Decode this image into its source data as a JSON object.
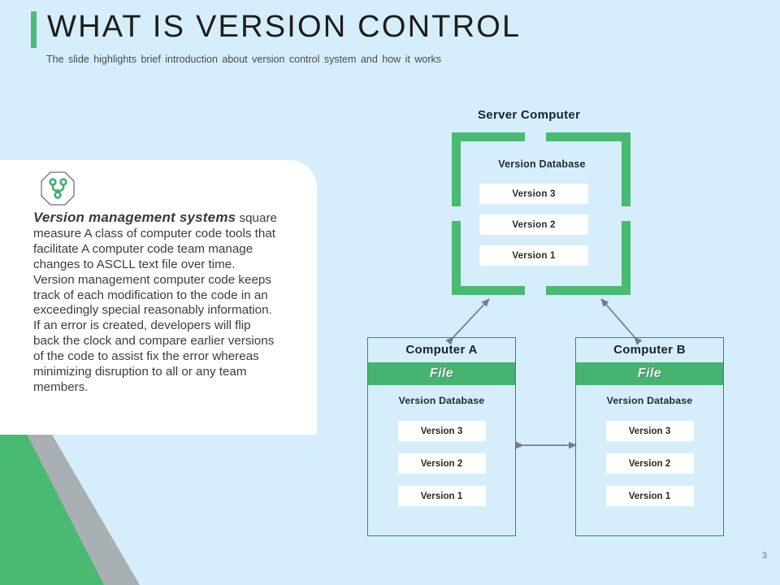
{
  "slide": {
    "title": "WHAT IS VERSION CONTROL",
    "subtitle": "The slide highlights brief introduction about version  control system and how it works",
    "page_number": "3",
    "accent_color": "#4ab971",
    "background_color": "#d6eefb",
    "triangle_gray": "#a9b0b4",
    "triangle_green": "#4ab971"
  },
  "info_panel": {
    "icon": "git-branch-icon",
    "heading": "Version management systems",
    "body": " square measure A class of computer code tools that facilitate A computer code team manage changes to ASCLL text file over time. Version management computer code keeps track of each modification to the code in an exceedingly special reasonably information. If an error is created, developers will flip back the clock and compare earlier versions of the code to assist fix the error whereas minimizing disruption to all or any team members."
  },
  "server": {
    "label": "Server Computer",
    "database_label": "Version Database",
    "versions": [
      "Version 3",
      "Version 2",
      "Version 1"
    ]
  },
  "computers": [
    {
      "title": "Computer A",
      "file_label": "File",
      "database_label": "Version Database",
      "versions": [
        "Version 3",
        "Version 2",
        "Version 1"
      ]
    },
    {
      "title": "Computer B",
      "file_label": "File",
      "database_label": "Version Database",
      "versions": [
        "Version 3",
        "Version 2",
        "Version 1"
      ]
    }
  ],
  "connectors": [
    {
      "name": "server-to-computer-a",
      "style": "double-headed-diagonal"
    },
    {
      "name": "server-to-computer-b",
      "style": "double-headed-diagonal"
    },
    {
      "name": "computer-a-to-computer-b",
      "style": "double-headed-horizontal"
    }
  ]
}
